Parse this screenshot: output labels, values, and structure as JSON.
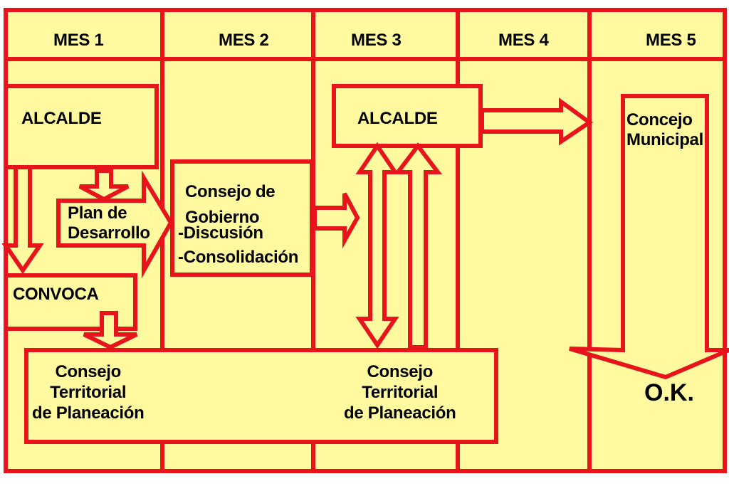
{
  "colors": {
    "background": "#FFFAA0",
    "stroke": "#E8141C",
    "text": "#000000"
  },
  "header": {
    "months": [
      "MES 1",
      "MES 2",
      "MES 3",
      "MES 4",
      "MES 5"
    ]
  },
  "nodes": {
    "alcalde_1": "ALCALDE",
    "plan_desarrollo": "Plan de\nDesarrollo",
    "convoca": "CONVOCA",
    "consejo_gobierno": "Consejo de\nGobierno",
    "discusion": "-Discusión",
    "consolidacion": "-Consolidación",
    "alcalde_2": "ALCALDE",
    "concejo_municipal": "Concejo\nMunicipal",
    "ctp_left": "Consejo\nTerritorial\nde Planeación",
    "ctp_right": "Consejo\nTerritorial\nde Planeación",
    "ok": "O.K."
  }
}
